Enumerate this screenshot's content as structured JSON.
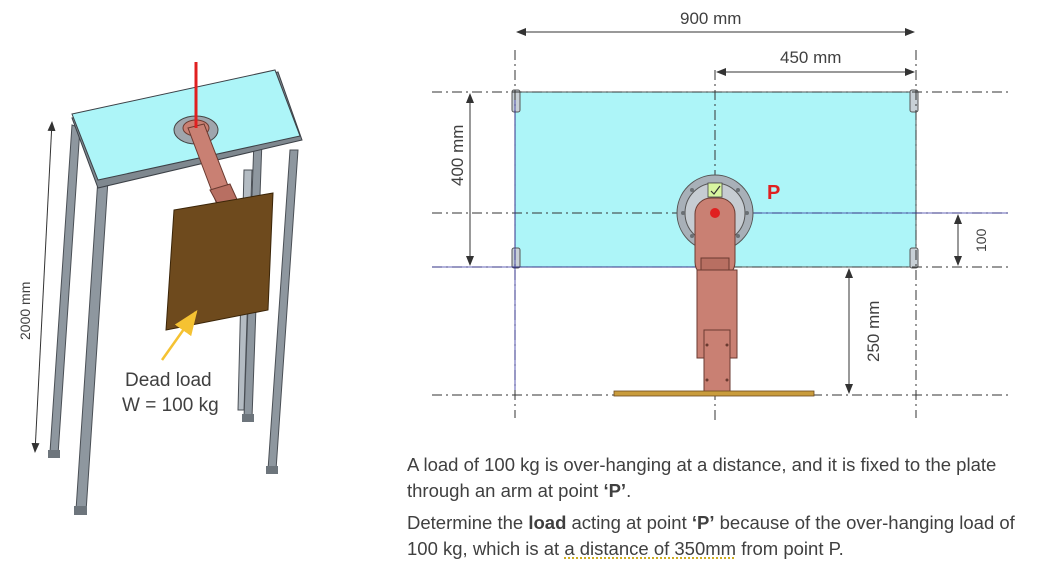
{
  "left_figure": {
    "height_label": "2000 mm",
    "dead_load_line1": "Dead load",
    "dead_load_line2": "W = 100 kg"
  },
  "top_view": {
    "dim_900": "900 mm",
    "dim_450": "450 mm",
    "dim_400": "400 mm",
    "dim_100": "100",
    "dim_250": "250 mm",
    "point_label": "P"
  },
  "description": {
    "p1_a": "A load of 100 kg is over-hanging at a distance, and it is fixed to the plate through an arm at point ",
    "p1_b": "‘P’",
    "p1_c": ".",
    "p2_a": "Determine the ",
    "p2_b": "load",
    "p2_c": " acting at point ",
    "p2_d": "‘P’",
    "p2_e": " because of the over-hanging load of 100 kg, which is at ",
    "p2_f": "a distance of 350mm",
    "p2_g": " from point P."
  },
  "colors": {
    "plate": "#adf5f8",
    "arm": "#c98073",
    "load_plate": "#6e4a1d",
    "red": "#e02020",
    "arrow_yellow": "#f5c232",
    "frame": "#808a94"
  }
}
